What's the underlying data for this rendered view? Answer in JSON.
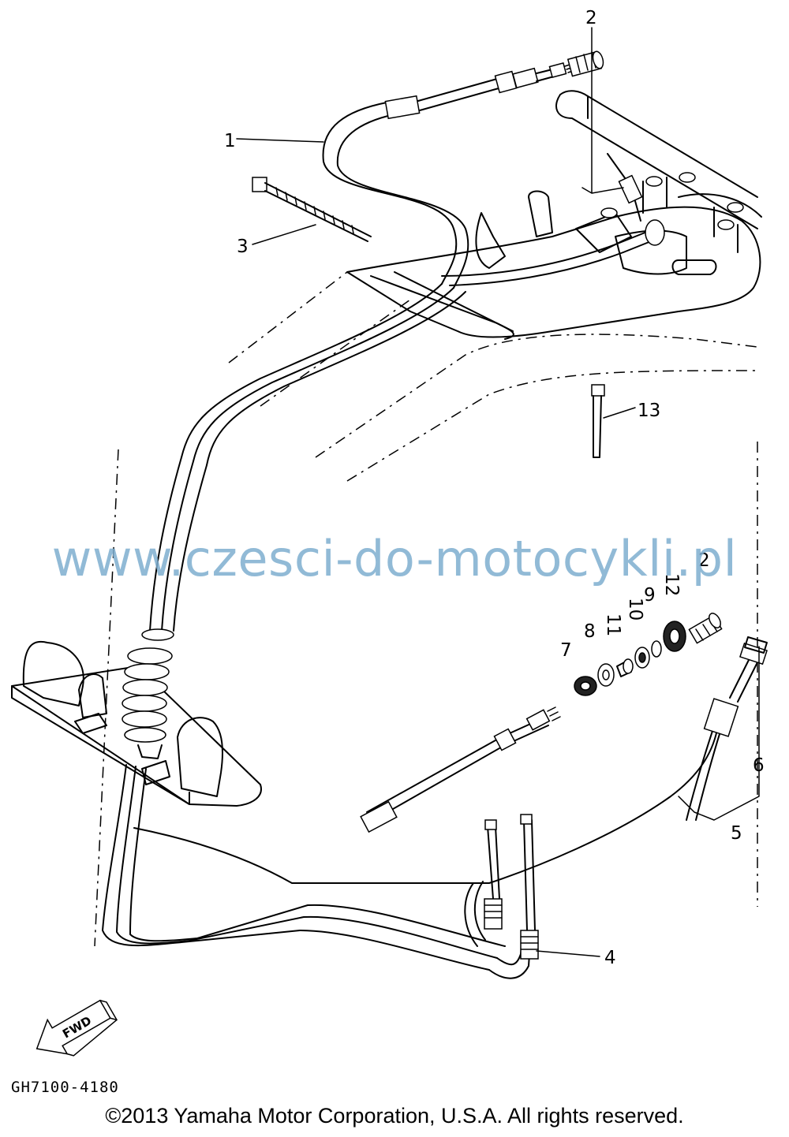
{
  "diagram": {
    "callouts": [
      "1",
      "2",
      "3",
      "13",
      "2",
      "12",
      "9",
      "10",
      "11",
      "8",
      "7",
      "6",
      "5",
      "4"
    ],
    "fwd_label": "FWD",
    "part_code": "GH7100-4180"
  },
  "watermark": "www.czesci-do-motocykli.pl",
  "copyright": "©2013 Yamaha Motor Corporation, U.S.A. All rights reserved."
}
